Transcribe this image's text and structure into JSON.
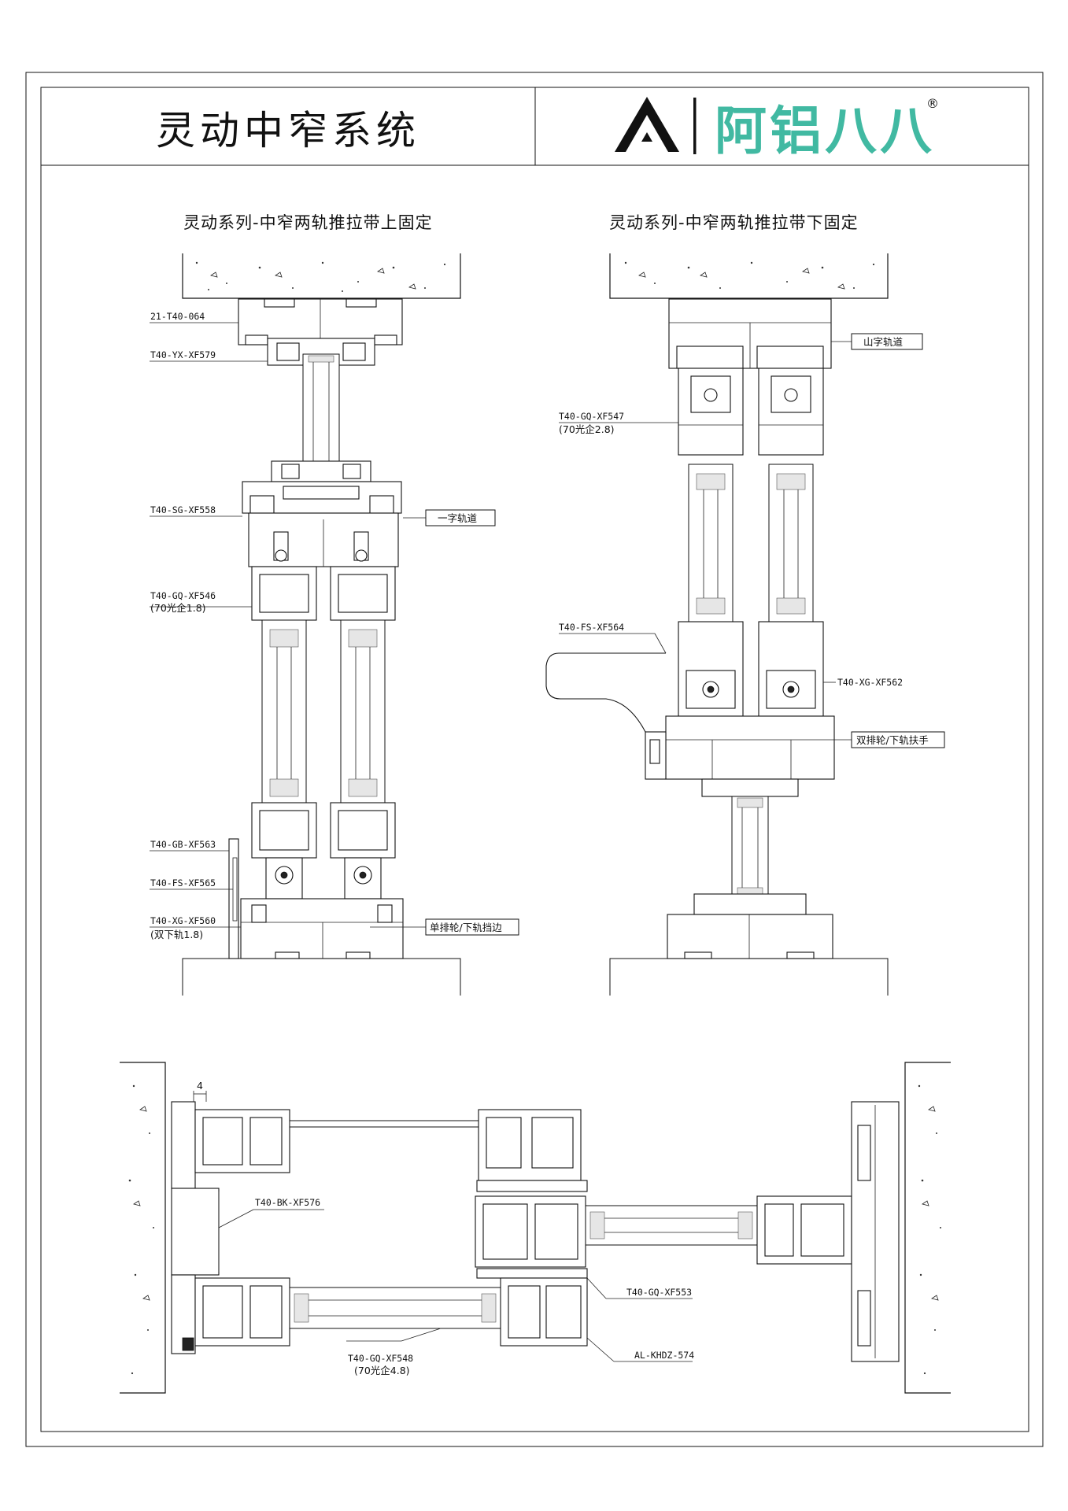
{
  "title": "灵动中窄系统",
  "brand": {
    "name": "阿铝八八",
    "registered_mark": "®",
    "color": "#41b9a2",
    "logo_icon": "triangle-a-logo-icon"
  },
  "sections": {
    "left": {
      "title": "灵动系列-中窄两轨推拉带上固定",
      "labels": [
        {
          "id": "l1",
          "text": "21-T40-064"
        },
        {
          "id": "l2",
          "text": "T40-YX-XF579"
        },
        {
          "id": "l3",
          "text": "T40-SG-XF558"
        },
        {
          "id": "l4",
          "text": "T40-GQ-XF546"
        },
        {
          "id": "l4b",
          "text": "(70光企1.8)"
        },
        {
          "id": "l5",
          "text": "T40-GB-XF563"
        },
        {
          "id": "l6",
          "text": "T40-FS-XF565"
        },
        {
          "id": "l7",
          "text": "T40-XG-XF560"
        },
        {
          "id": "l7b",
          "text": "(双下轨1.8)"
        }
      ],
      "boxes": [
        {
          "id": "b1",
          "text": "一字轨道"
        },
        {
          "id": "b2",
          "text": "单排轮/下轨挡边"
        }
      ]
    },
    "right": {
      "title": "灵动系列-中窄两轨推拉带下固定",
      "labels": [
        {
          "id": "r1",
          "text": "T40-GQ-XF547"
        },
        {
          "id": "r1b",
          "text": "(70光企2.8)"
        },
        {
          "id": "r2",
          "text": "T40-FS-XF564"
        },
        {
          "id": "r3",
          "text": "T40-XG-XF562"
        }
      ],
      "boxes": [
        {
          "id": "rb1",
          "text": "山字轨道"
        },
        {
          "id": "rb2",
          "text": "双排轮/下轨扶手"
        }
      ]
    },
    "plan": {
      "labels": [
        {
          "id": "p1",
          "text": "T40-BK-XF576"
        },
        {
          "id": "p2",
          "text": "T40-GQ-XF553"
        },
        {
          "id": "p3",
          "text": "T40-GQ-XF548"
        },
        {
          "id": "p3b",
          "text": "(70光企4.8)"
        },
        {
          "id": "p4",
          "text": "AL-KHDZ-574"
        },
        {
          "id": "p5",
          "text": "4"
        }
      ]
    }
  }
}
